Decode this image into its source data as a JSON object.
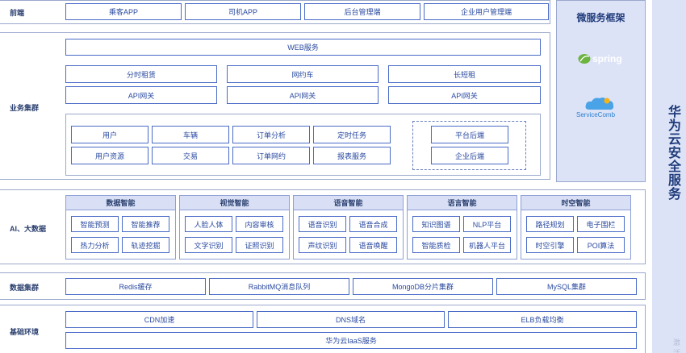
{
  "layers": {
    "frontend": "前端",
    "business": "业务集群",
    "ai": "AI、大数据",
    "data": "数据集群",
    "infra": "基础环境"
  },
  "frontend": [
    "乘客APP",
    "司机APP",
    "后台管理端",
    "企业用户管理端"
  ],
  "business": {
    "web": "WEB服务",
    "services": [
      "分时租赁",
      "网约车",
      "长短租"
    ],
    "gateways": [
      "API网关",
      "API网关",
      "API网关"
    ],
    "modules_row1": [
      "用户",
      "车辆",
      "订单分析",
      "定时任务"
    ],
    "modules_row2": [
      "用户资源",
      "交易",
      "订单网约",
      "报表服务"
    ],
    "backends": [
      "平台后端",
      "企业后端"
    ]
  },
  "ai_groups": [
    {
      "title": "数据智能",
      "items": [
        "智能预测",
        "智能推荐",
        "热力分析",
        "轨迹挖掘"
      ]
    },
    {
      "title": "视觉智能",
      "items": [
        "人脸人体",
        "内容审核",
        "文字识别",
        "证照识别"
      ]
    },
    {
      "title": "语音智能",
      "items": [
        "语音识别",
        "语音合成",
        "声纹识别",
        "语音唤醒"
      ]
    },
    {
      "title": "语言智能",
      "items": [
        "知识图谱",
        "NLP平台",
        "智能质检",
        "机器人平台"
      ]
    },
    {
      "title": "时空智能",
      "items": [
        "路径规划",
        "电子围栏",
        "时空引擎",
        "POI算法"
      ]
    }
  ],
  "data_cluster": [
    "Redis缓存",
    "RabbitMQ消息队列",
    "MongoDB分片集群",
    "MySQL集群"
  ],
  "infra": {
    "row1": [
      "CDN加速",
      "DNS域名",
      "ELB负载均衡"
    ],
    "iaas": "华为云IaaS服务"
  },
  "microservice": {
    "title": "微服务框架",
    "logo1": "spring",
    "logo2": "ServiceComb"
  },
  "security": "华为云安全服务",
  "watermark": "激活"
}
